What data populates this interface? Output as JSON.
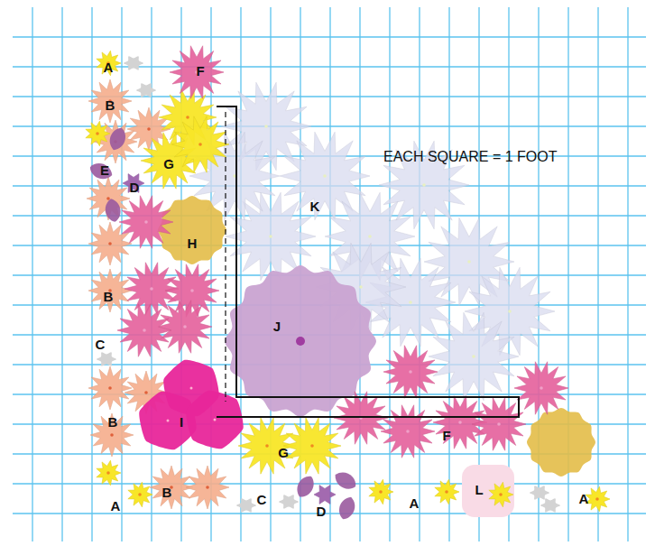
{
  "diagram": {
    "labels": [
      "A",
      "B",
      "F",
      "G",
      "E",
      "D",
      "EACH SQUARE = 1 FOOT",
      "K",
      "H",
      "B",
      "J",
      "C",
      "I",
      "B",
      "G",
      "F",
      "A",
      "B",
      "C",
      "D",
      "A",
      "L",
      "A"
    ]
  }
}
